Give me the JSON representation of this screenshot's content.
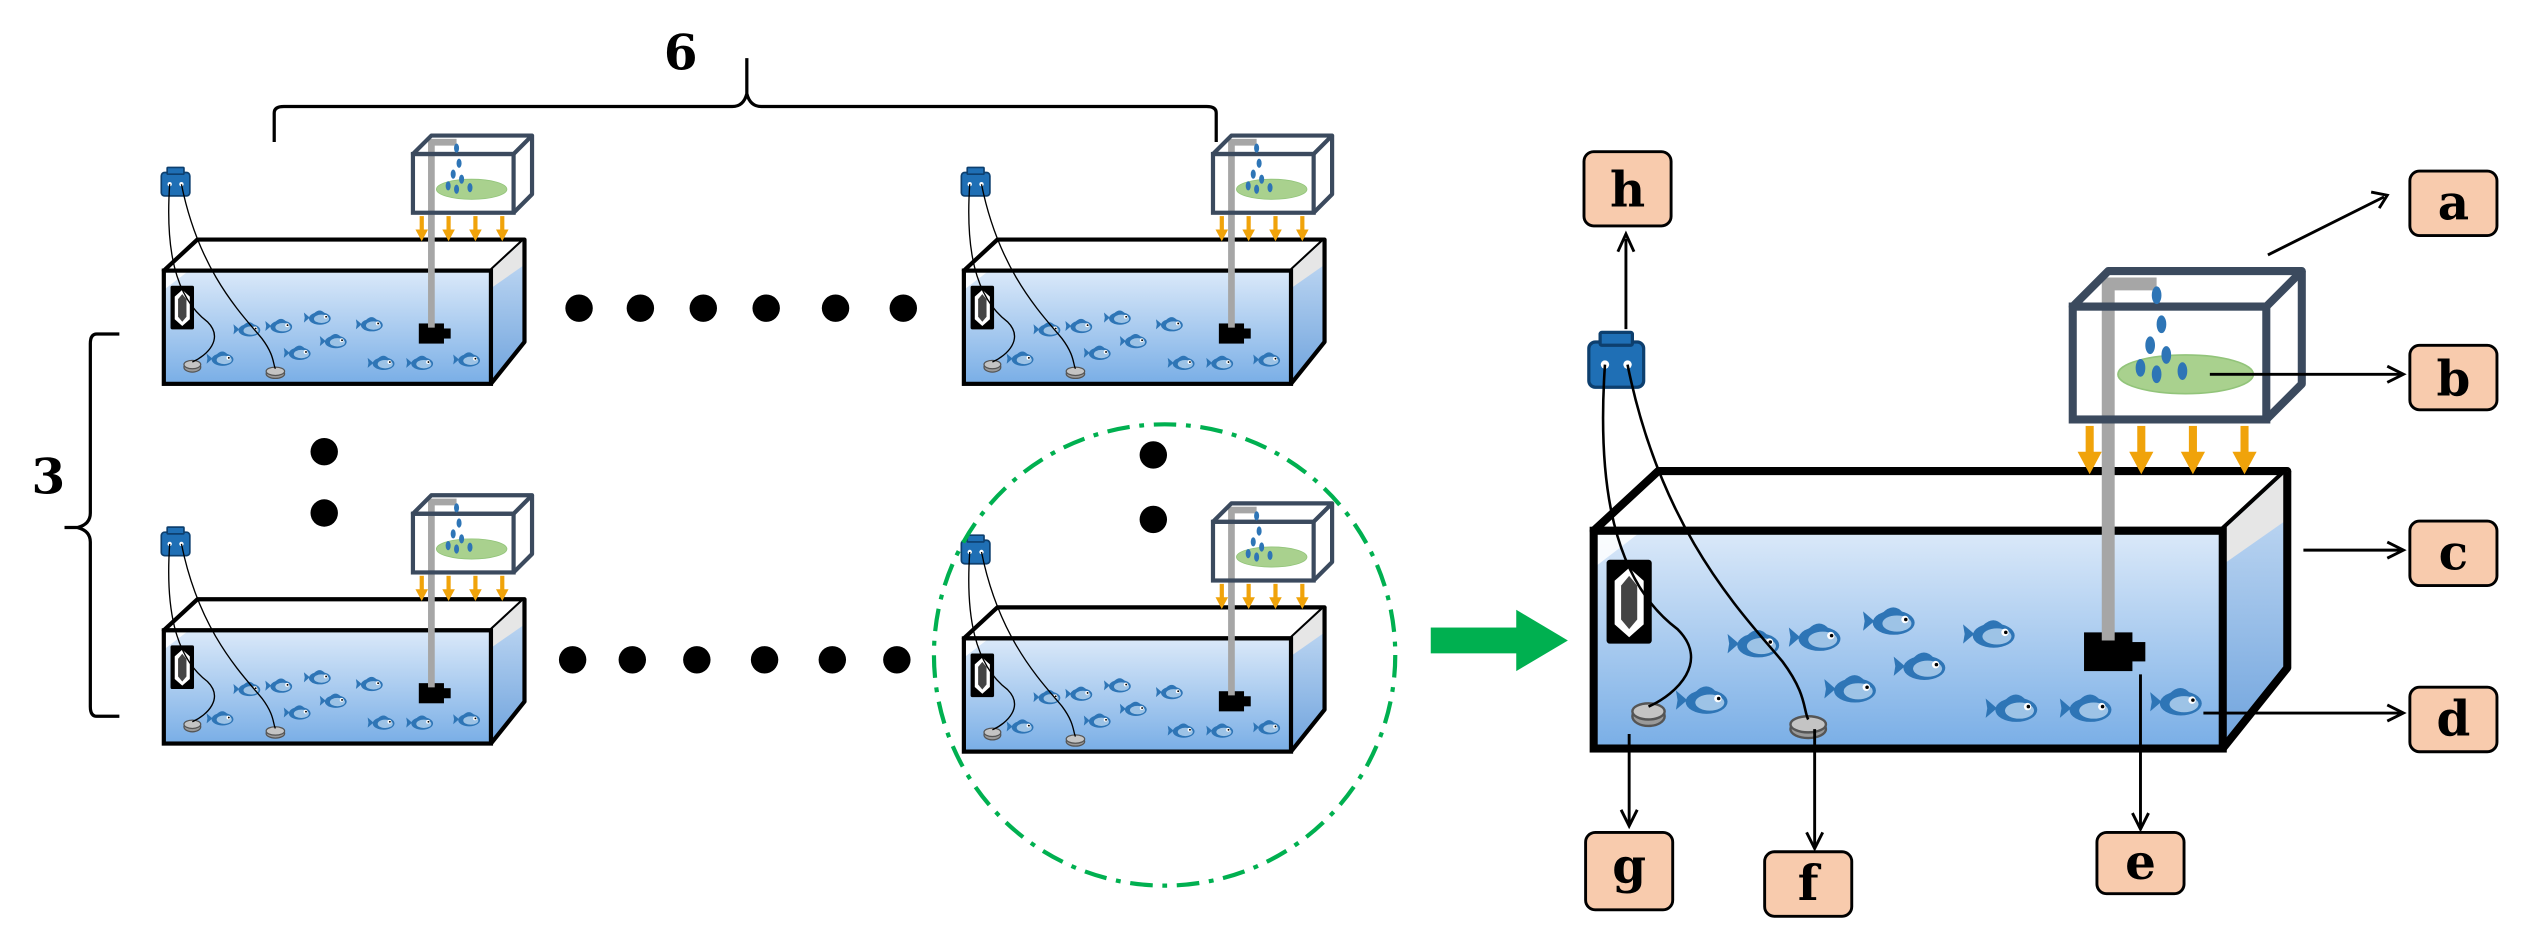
{
  "brackets": {
    "columns_count": "6",
    "rows_count": "3"
  },
  "labels": {
    "a": "a",
    "b": "b",
    "c": "c",
    "d": "d",
    "e": "e",
    "f": "f",
    "g": "g",
    "h": "h"
  },
  "colors": {
    "water_top": "#dbe9f9",
    "water_bottom": "#79aee6",
    "label_fill": "#f8cbad",
    "pump_blue": "#1f6fb5",
    "feed_green": "#a9d18e",
    "arrow_orange": "#f0a30a",
    "magnify_green": "#00b050",
    "fish": "#2e75b6"
  }
}
